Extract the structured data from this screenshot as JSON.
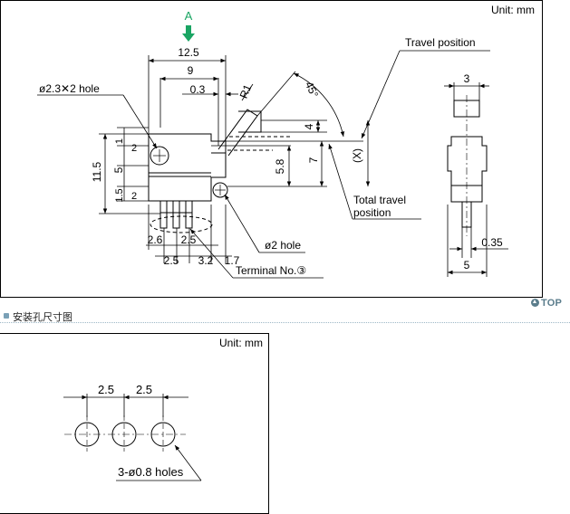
{
  "top_drawing": {
    "unit": "Unit: mm",
    "view_arrow_label": "A",
    "dims": {
      "width_total": "12.5",
      "width_inner": "9",
      "offset": "0.3",
      "radius": "R1",
      "angle": "45°",
      "knob_height": "4",
      "travel": "(X)",
      "lever_height": "7",
      "body_height": "5.8",
      "height_total": "11.5",
      "left_1": "1",
      "left_2a": "2",
      "left_5": "5",
      "left_1_5": "1.5",
      "left_2b": "2",
      "pin_2_6": "2.6",
      "pin_2_5a": "2.5",
      "pin_2_5b": "2.5",
      "pin_3_2": "3.2",
      "pin_1_7": "1.7",
      "side_3": "3",
      "side_0_35": "0.35",
      "side_5": "5"
    },
    "callouts": {
      "hole_large": "ø2.3✕2 hole",
      "travel_position": "Travel position",
      "total_travel_line1": "Total travel",
      "total_travel_line2": "position",
      "hole_small": "ø2 hole",
      "terminal_no": "Terminal No.③"
    },
    "accent_color": "#1aa563"
  },
  "top_link": {
    "label": "TOP"
  },
  "section": {
    "title": "安装孔尺寸图"
  },
  "bottom_drawing": {
    "unit": "Unit: mm",
    "dim_a": "2.5",
    "dim_b": "2.5",
    "holes_label": "3-ø0.8 holes"
  }
}
